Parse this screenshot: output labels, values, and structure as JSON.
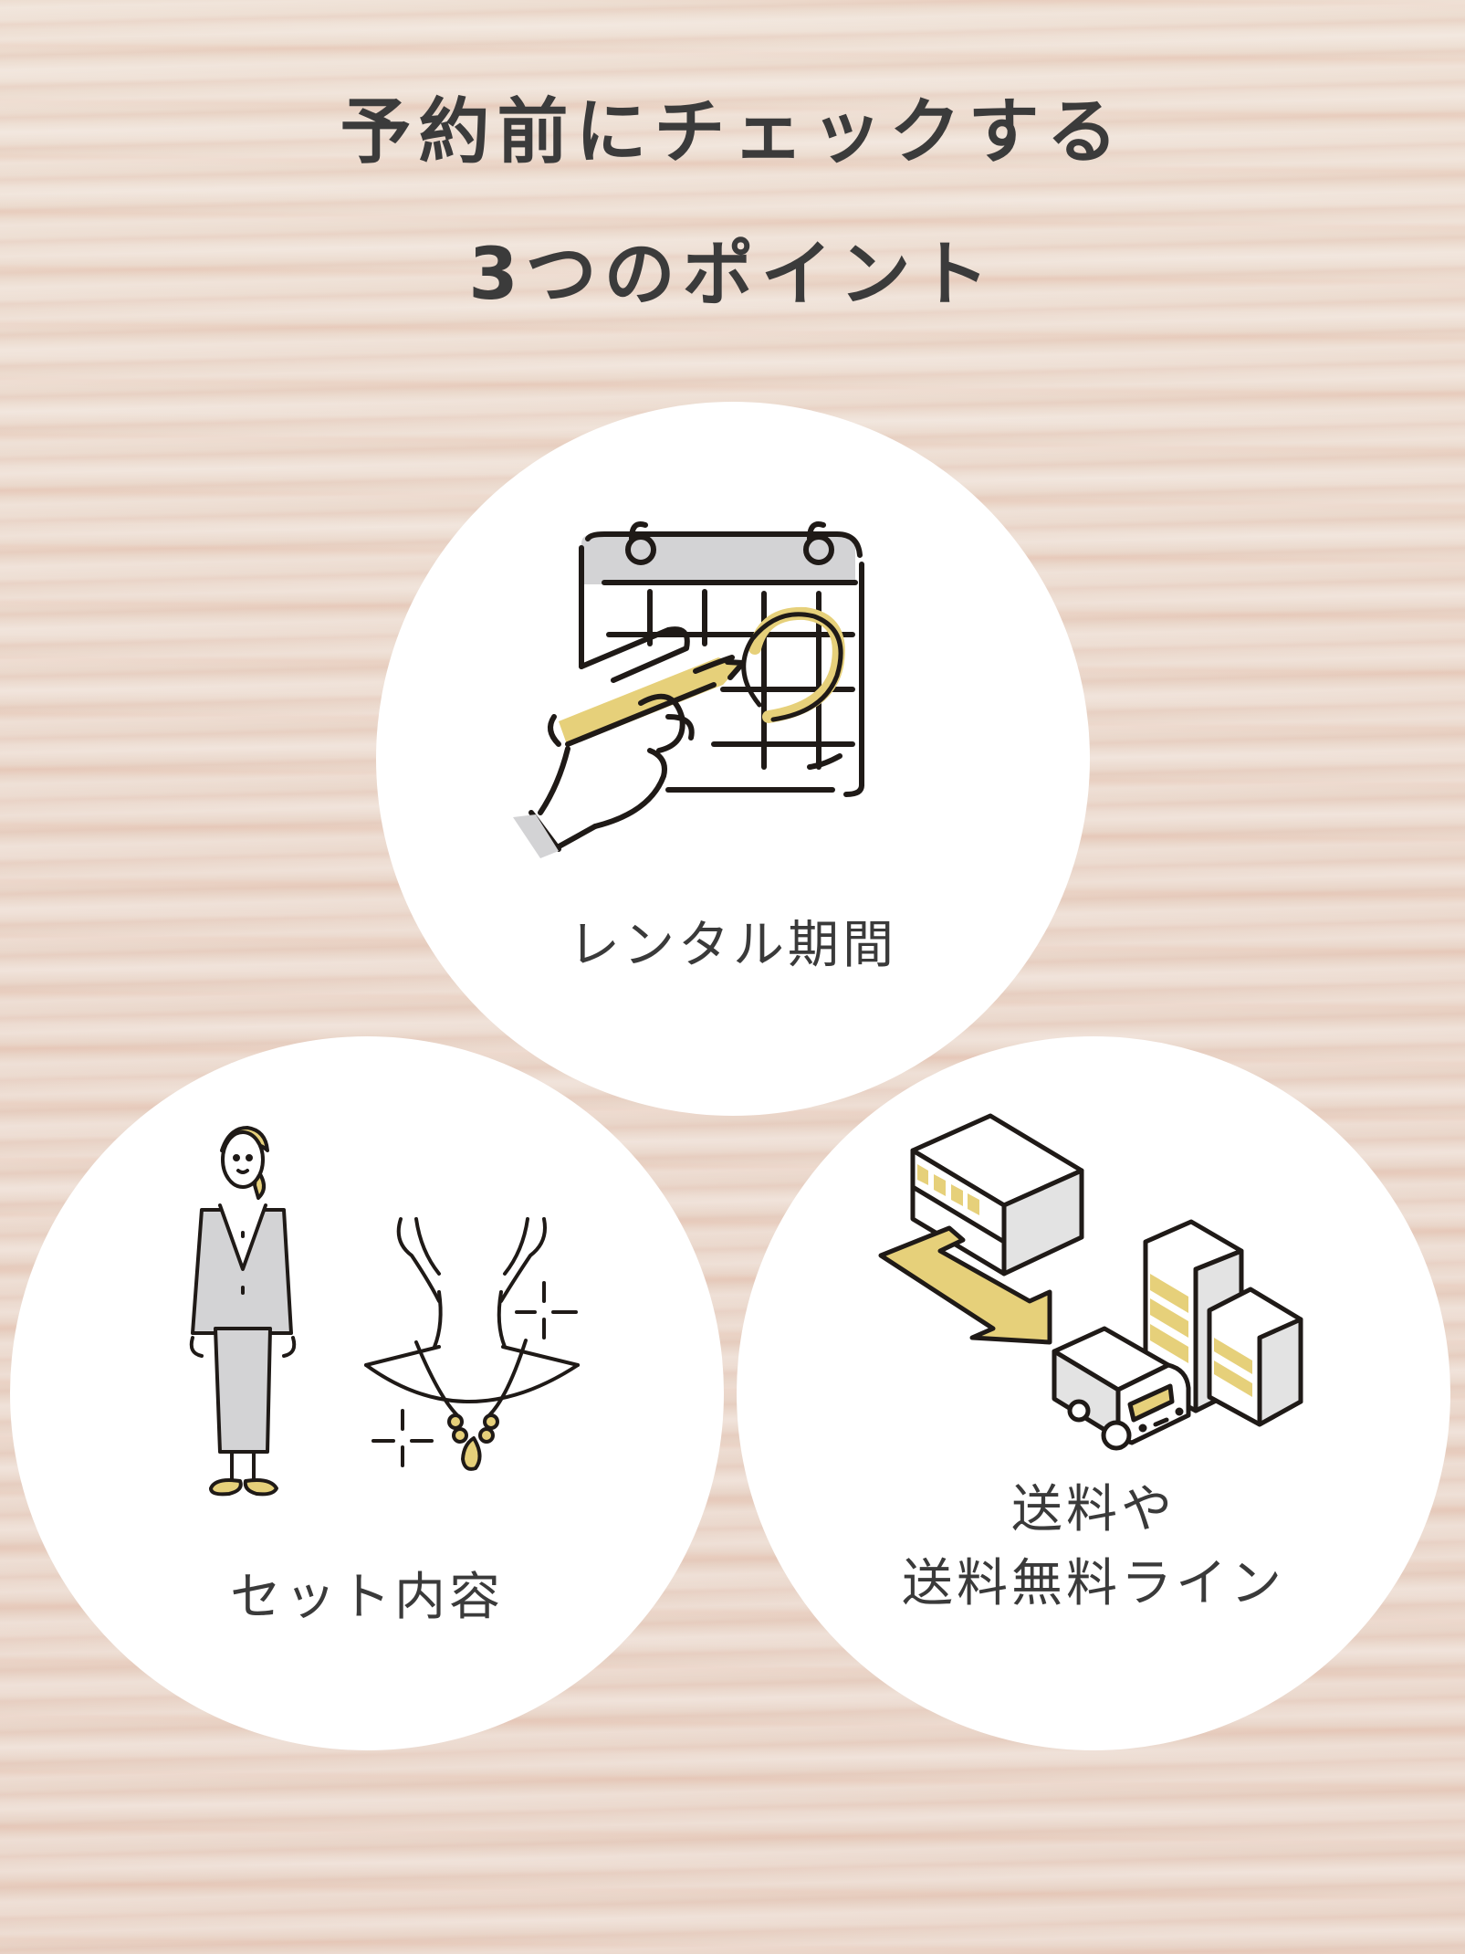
{
  "header": {
    "title_line1": "予約前にチェックする",
    "title_line2": "3つのポイント"
  },
  "points": [
    {
      "label": "レンタル期間",
      "icon": "calendar-pencil-icon"
    },
    {
      "label": "セット内容",
      "icon": "suit-necklace-icon"
    },
    {
      "label_line1": "送料や",
      "label_line2": "送料無料ライン",
      "icon": "warehouse-delivery-truck-icon"
    }
  ],
  "colors": {
    "background": "#ead8cc",
    "circle": "#ffffff",
    "text": "#3a3a3a",
    "accent_yellow": "#e6d07a",
    "accent_gray": "#d3d3d5",
    "line": "#1f1a17"
  }
}
